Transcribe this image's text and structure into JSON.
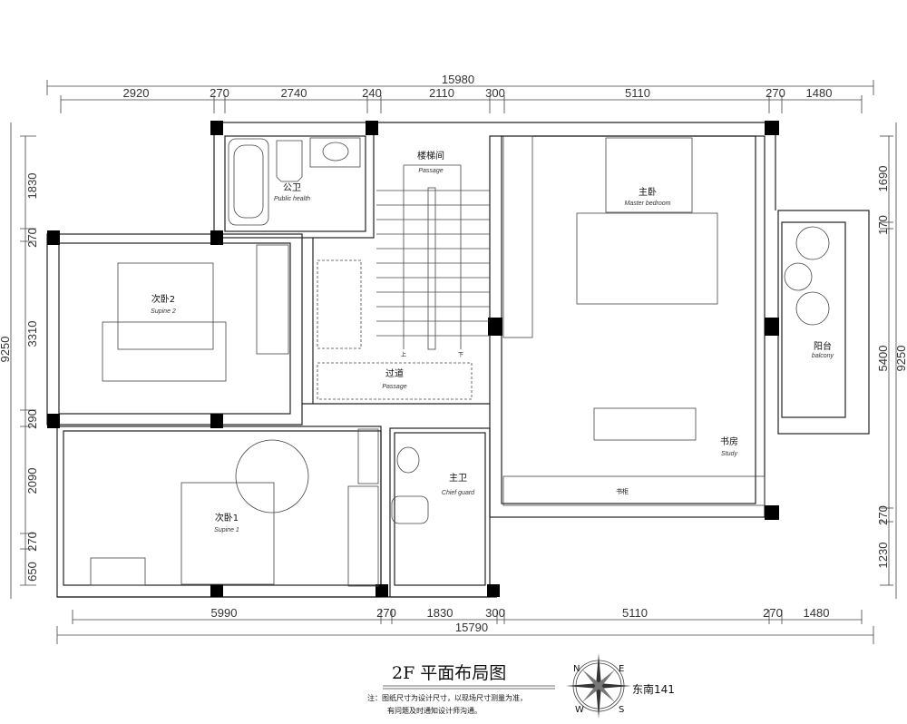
{
  "title": "2F 平面布局图",
  "notes": [
    "注：图纸尺寸为设计尺寸，以现场尺寸测量为准，",
    "有问题及时通知设计师沟通。"
  ],
  "compass": {
    "n": "N",
    "e": "E",
    "s": "S",
    "w": "W",
    "orientation": "东南141"
  },
  "dimensions": {
    "top_total": "15980",
    "top": [
      "2920",
      "270",
      "2740",
      "240",
      "2110",
      "300",
      "5110",
      "270",
      "1480"
    ],
    "bottom_total": "15790",
    "bottom": [
      "5990",
      "270",
      "1830",
      "300",
      "5110",
      "270",
      "1480"
    ],
    "left_total": "9250",
    "left": [
      "1830",
      "270",
      "3310",
      "290",
      "2090",
      "270",
      "650"
    ],
    "right_total": "9250",
    "right": [
      "1690",
      "170",
      "5400",
      "270",
      "1230"
    ]
  },
  "rooms": {
    "public_bath": {
      "zh": "公卫",
      "en": "Public health"
    },
    "stairwell": {
      "zh": "楼梯间",
      "en": "Passage"
    },
    "master_bedroom": {
      "zh": "主卧",
      "en": "Master bedroom"
    },
    "bedroom2": {
      "zh": "次卧2",
      "en": "Supine 2"
    },
    "passage": {
      "zh": "过道",
      "en": "Passage"
    },
    "balcony": {
      "zh": "阳台",
      "en": "balcony"
    },
    "study": {
      "zh": "书房",
      "en": "Study"
    },
    "master_bath": {
      "zh": "主卫",
      "en": "Chief guard"
    },
    "bedroom1": {
      "zh": "次卧1",
      "en": "Supine 1"
    }
  },
  "labels": {
    "bookcase": "书柜",
    "stair_up": "上",
    "stair_down": "下"
  }
}
